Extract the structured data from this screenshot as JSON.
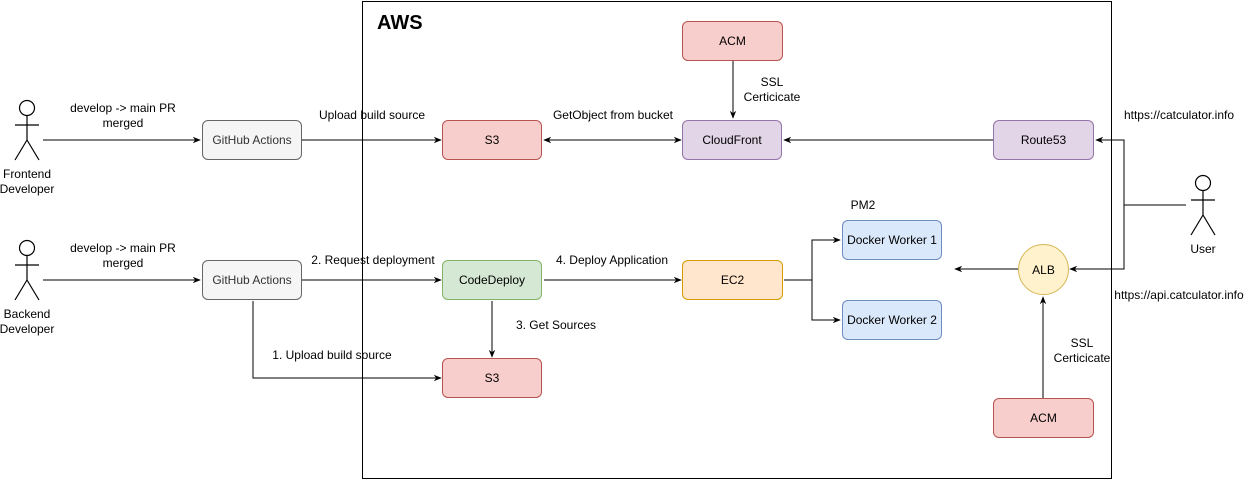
{
  "aws_title": "AWS",
  "actors": {
    "frontend": "Frontend Developer",
    "backend": "Backend Developer",
    "user": "User"
  },
  "nodes": {
    "gh_front": "GitHub Actions",
    "gh_back": "GitHub Actions",
    "s3_front": "S3",
    "s3_back": "S3",
    "cloudfront": "CloudFront",
    "route53": "Route53",
    "acm_top": "ACM",
    "acm_bottom": "ACM",
    "codedeploy": "CodeDeploy",
    "ec2": "EC2",
    "worker1": "Docker Worker 1",
    "worker2": "Docker Worker 2",
    "alb": "ALB"
  },
  "labels": {
    "front_merge": "develop -> main PR merged",
    "back_merge": "develop -> main PR merged",
    "upload_build": "Upload build source",
    "get_object": "GetObject from bucket",
    "ssl_top": "SSL Certicicate",
    "ssl_bottom": "SSL Certicicate",
    "front_url": "https://catculator.info",
    "api_url": "https://api.catculator.info",
    "request_deploy": "2. Request deployment",
    "deploy_app": "4. Deploy Application",
    "get_sources": "3. Get Sources",
    "upload_back": "1. Upload build source",
    "pm2": "PM2"
  },
  "colors": {
    "line": "#000000",
    "gray_fill": "#f5f5f5",
    "red_fill": "#f8cecc",
    "purple_fill": "#e1d5e7",
    "green_fill": "#d5e8d4",
    "orange_fill": "#ffe6cc",
    "blue_fill": "#dae8fc",
    "yellow_fill": "#fff2cc"
  }
}
